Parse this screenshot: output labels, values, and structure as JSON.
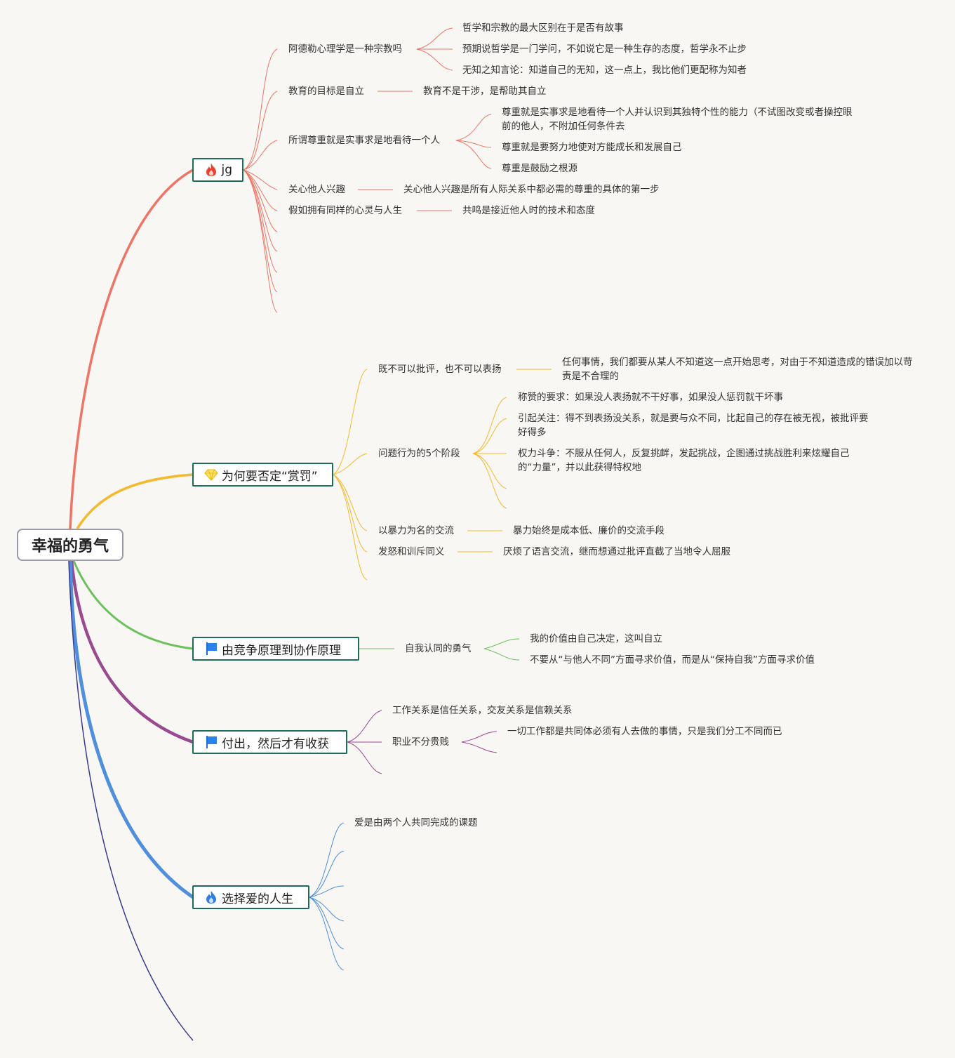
{
  "root": {
    "title": "幸福的勇气"
  },
  "colors": {
    "branch_jg": "#ee7565",
    "branch_reward": "#f4b92d",
    "branch_coop": "#6cc15c",
    "branch_give": "#9a4a8e",
    "branch_love": "#4f8fdb",
    "branch_extra": "#3a3a8c",
    "node_border": "#1e6b5a"
  },
  "branches": {
    "jg": {
      "title": "jg",
      "icon": "fire-icon",
      "a1": "阿德勒心理学是一种宗教吗",
      "a1_1": "哲学和宗教的最大区别在于是否有故事",
      "a1_2": "预期说哲学是一门学问，不如说它是一种生存的态度，哲学永不止步",
      "a1_3": "无知之知言论：知道自己的无知，这一点上，我比他们更配称为知者",
      "a2": "教育的目标是自立",
      "a2_1": "教育不是干涉，是帮助其自立",
      "a3": "所谓尊重就是实事求是地看待一个人",
      "a3_1": "尊重就是实事求是地看待一个人并认识到其独特个性的能力（不试图改变或者操控眼前的他人，不附加任何条件去",
      "a3_2": "尊重就是要努力地使对方能成长和发展自己",
      "a3_3": "尊重是鼓励之根源",
      "a4": "关心他人兴趣",
      "a4_1": "关心他人兴趣是所有人际关系中都必需的尊重的具体的第一步",
      "a5": "假如拥有同样的心灵与人生",
      "a5_1": "共鸣是接近他人时的技术和态度"
    },
    "reward": {
      "title": "为何要否定“赏罚”",
      "icon": "diamond-icon",
      "b1": "既不可以批评，也不可以表扬",
      "b1_1": "任何事情，我们都要从某人不知道这一点开始思考，对由于不知道造成的错误加以苛责是不合理的",
      "b2": "问题行为的5个阶段",
      "b2_1": "称赞的要求：如果没人表扬就不干好事，如果没人惩罚就干坏事",
      "b2_2": "引起关注：得不到表扬没关系，就是要与众不同，比起自己的存在被无视，被批评要好得多",
      "b2_3": "权力斗争：不服从任何人，反复挑衅，发起挑战，企图通过挑战胜利来炫耀自己的“力量”，并以此获得特权地",
      "b3": "以暴力为名的交流",
      "b3_1": "暴力始终是成本低、廉价的交流手段",
      "b4": "发怒和训斥同义",
      "b4_1": "厌烦了语言交流，继而想通过批评直截了当地令人屈服"
    },
    "coop": {
      "title": "由竞争原理到协作原理",
      "icon": "flag-icon",
      "c1": "自我认同的勇气",
      "c1_1": "我的价值由自己决定，这叫自立",
      "c1_2": "不要从“与他人不同”方面寻求价值，而是从“保持自我”方面寻求价值"
    },
    "give": {
      "title": "付出，然后才有收获",
      "icon": "flag-icon",
      "d1": "工作关系是信任关系，交友关系是信赖关系",
      "d2": "职业不分贵贱",
      "d2_1": "一切工作都是共同体必须有人去做的事情，只是我们分工不同而已"
    },
    "love": {
      "title": "选择爱的人生",
      "icon": "flame-blue-icon",
      "e1": "爱是由两个人共同完成的课题"
    }
  }
}
